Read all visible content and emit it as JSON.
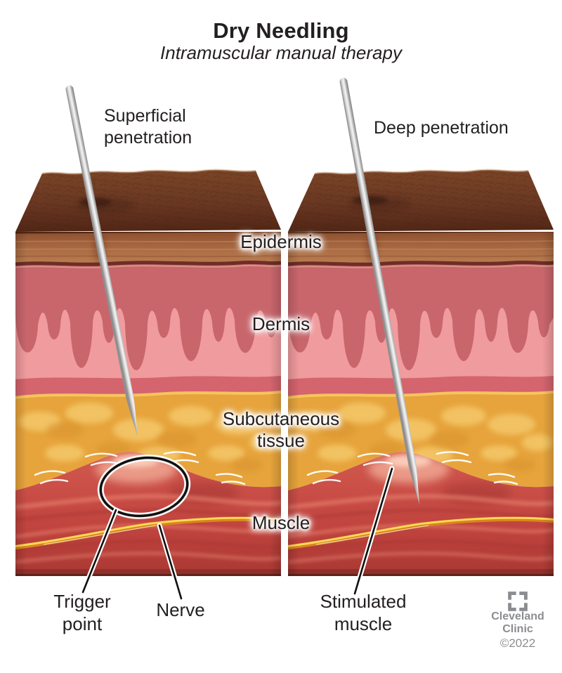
{
  "title": "Dry Needling",
  "subtitle": "Intramuscular manual therapy",
  "needles": {
    "left_line1": "Superficial",
    "left_line2": "penetration",
    "right": "Deep penetration"
  },
  "layers": {
    "epidermis": "Epidermis",
    "dermis": "Dermis",
    "subq_line1": "Subcutaneous",
    "subq_line2": "tissue",
    "muscle": "Muscle"
  },
  "callouts": {
    "trigger_line1": "Trigger",
    "trigger_line2": "point",
    "nerve": "Nerve",
    "stim_line1": "Stimulated",
    "stim_line2": "muscle"
  },
  "branding": {
    "name_line1": "Cleveland",
    "name_line2": "Clinic",
    "copyright": "©2022"
  },
  "colors": {
    "text": "#231f20",
    "branding_gray": "#8b8d90",
    "skin_surface": "#6b3a20",
    "epidermis": "#b0714a",
    "dermis_light": "#f09b9d",
    "dermis_papillae": "#c8666c",
    "subcutaneous_fat": "#e7a43c",
    "muscle_red": "#c94c46",
    "nerve_yellow": "#ffd95c",
    "needle_gray": "#d8d8d8"
  }
}
